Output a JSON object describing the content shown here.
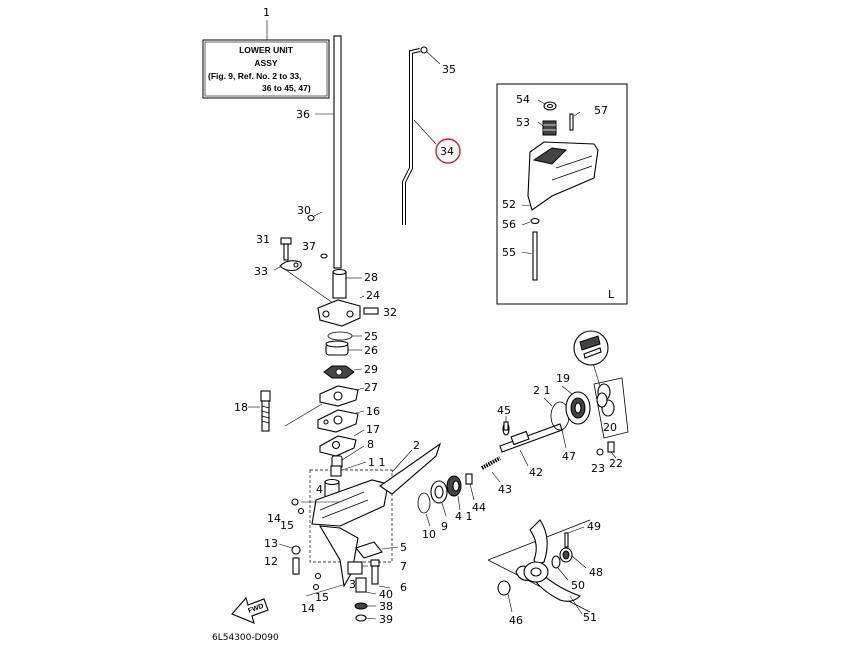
{
  "assembly_box": {
    "title": "LOWER UNIT",
    "sub": "ASSY",
    "line1": "(Fig. 9, Ref. No. 2 to 33,",
    "line2": "36 to 45, 47)"
  },
  "inset_label": "L",
  "drawing_code": "6L54300-D090",
  "fwd_label": "FWD",
  "highlighted_part": "34",
  "highlight_color": "#d0202a",
  "parts": {
    "p1": "1",
    "p2": "2",
    "p3": "3",
    "p4": "4",
    "p5": "5",
    "p6": "6",
    "p7": "7",
    "p8": "8",
    "p9": "9",
    "p10": "10",
    "p11": "1 1",
    "p12": "12",
    "p13": "13",
    "p14a": "14",
    "p14b": "14",
    "p15a": "15",
    "p15b": "15",
    "p16": "16",
    "p17": "17",
    "p18": "18",
    "p19": "19",
    "p20": "20",
    "p21": "2 1",
    "p22": "22",
    "p23": "23",
    "p24": "24",
    "p25": "25",
    "p26": "26",
    "p27": "27",
    "p28": "28",
    "p29": "29",
    "p30": "30",
    "p31": "31",
    "p32": "32",
    "p33": "33",
    "p34": "34",
    "p35": "35",
    "p36": "36",
    "p37": "37",
    "p38": "38",
    "p39": "39",
    "p40": "40",
    "p41": "4 1",
    "p42": "42",
    "p43": "43",
    "p44": "44",
    "p45": "45",
    "p46": "46",
    "p47": "47",
    "p48": "48",
    "p49": "49",
    "p50": "50",
    "p51": "51",
    "p52": "52",
    "p53": "53",
    "p54": "54",
    "p55": "55",
    "p56": "56",
    "p57": "57"
  }
}
